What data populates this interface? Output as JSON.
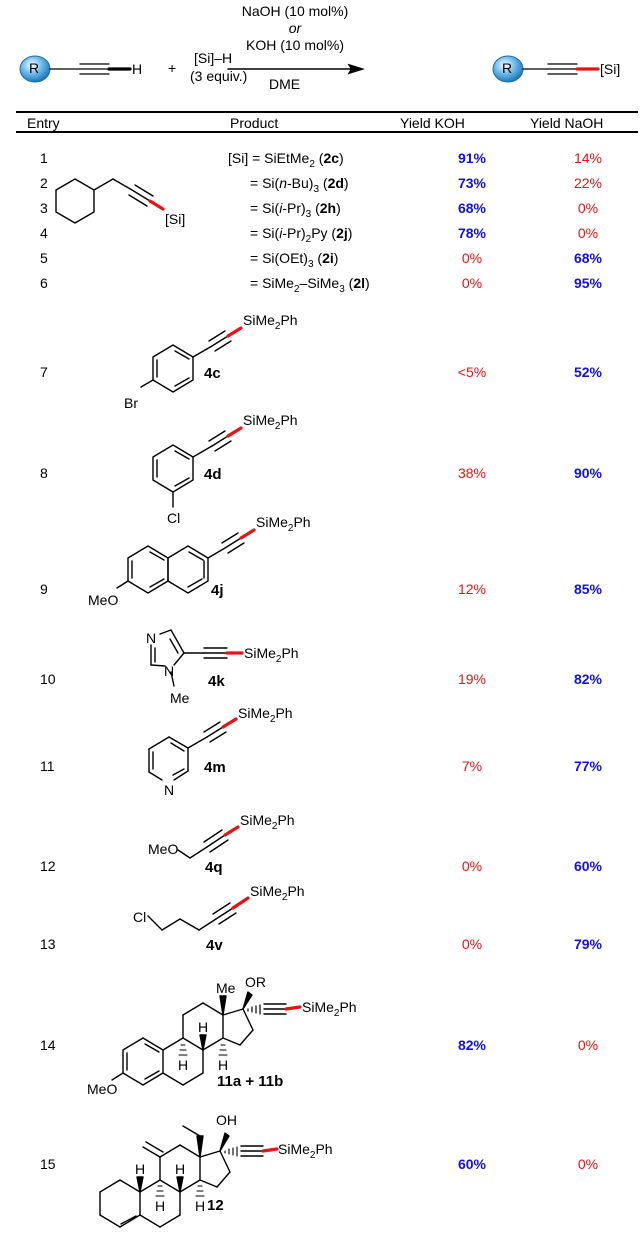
{
  "scheme": {
    "reactant_r_label": "R",
    "reactant_h": "H",
    "plus": "+",
    "silane": "[Si]–H",
    "silane_equiv": "(3 equiv.)",
    "condition_1": "NaOH (10 mol%)",
    "condition_or": "or",
    "condition_2": "KOH (10 mol%)",
    "solvent": "DME",
    "product_r_label": "R",
    "product_si": "[Si]"
  },
  "table": {
    "headers": {
      "entry": "Entry",
      "product": "Product",
      "yield_koh": "Yield KOH",
      "yield_naoh": "Yield NaOH"
    },
    "shared_substrate_si_label": "[Si]",
    "rows": [
      {
        "entry": "1",
        "product": "[Si] = SiEtMe2 (2c)",
        "koh": "91%",
        "naoh": "14%",
        "best": "koh"
      },
      {
        "entry": "2",
        "product": "= Si(n-Bu)3 (2d)",
        "koh": "73%",
        "naoh": "22%",
        "best": "koh"
      },
      {
        "entry": "3",
        "product": "= Si(i-Pr)3 (2h)",
        "koh": "68%",
        "naoh": "0%",
        "best": "koh"
      },
      {
        "entry": "4",
        "product": "= Si(i-Pr)2Py (2j)",
        "koh": "78%",
        "naoh": "0%",
        "best": "koh"
      },
      {
        "entry": "5",
        "product": "= Si(OEt)3 (2i)",
        "koh": "0%",
        "naoh": "68%",
        "best": "naoh"
      },
      {
        "entry": "6",
        "product": "= SiMe2–SiMe3 (2l)",
        "koh": "0%",
        "naoh": "95%",
        "best": "naoh"
      },
      {
        "entry": "7",
        "product": "4c",
        "substituent": "Br",
        "si_group": "SiMe2Ph",
        "koh": "<5%",
        "naoh": "52%",
        "best": "naoh"
      },
      {
        "entry": "8",
        "product": "4d",
        "substituent": "Cl",
        "si_group": "SiMe2Ph",
        "koh": "38%",
        "naoh": "90%",
        "best": "naoh"
      },
      {
        "entry": "9",
        "product": "4j",
        "substituent": "MeO",
        "si_group": "SiMe2Ph",
        "koh": "12%",
        "naoh": "85%",
        "best": "naoh"
      },
      {
        "entry": "10",
        "product": "4k",
        "substituent": "Me",
        "ring_atom": "N",
        "si_group": "SiMe2Ph",
        "koh": "19%",
        "naoh": "82%",
        "best": "naoh"
      },
      {
        "entry": "11",
        "product": "4m",
        "ring_atom": "N",
        "si_group": "SiMe2Ph",
        "koh": "7%",
        "naoh": "77%",
        "best": "naoh"
      },
      {
        "entry": "12",
        "product": "4q",
        "substituent": "MeO",
        "si_group": "SiMe2Ph",
        "koh": "0%",
        "naoh": "60%",
        "best": "naoh"
      },
      {
        "entry": "13",
        "product": "4v",
        "substituent": "Cl",
        "si_group": "SiMe2Ph",
        "koh": "0%",
        "naoh": "79%",
        "best": "naoh"
      },
      {
        "entry": "14",
        "product": "11a + 11b",
        "substituent": "MeO",
        "labels": [
          "Me",
          "OR",
          "H",
          "H",
          "H"
        ],
        "si_group": "SiMe2Ph",
        "koh": "82%",
        "naoh": "0%",
        "best": "koh"
      },
      {
        "entry": "15",
        "product": "12",
        "labels": [
          "OH",
          "H",
          "H",
          "H",
          "H"
        ],
        "si_group": "SiMe2Ph",
        "koh": "60%",
        "naoh": "0%",
        "best": "koh"
      }
    ]
  },
  "colors": {
    "high_yield": "#1010ee",
    "low_yield": "#ee1010",
    "si_bond": "#ee1010",
    "r_sphere": "#3a9ad9"
  }
}
